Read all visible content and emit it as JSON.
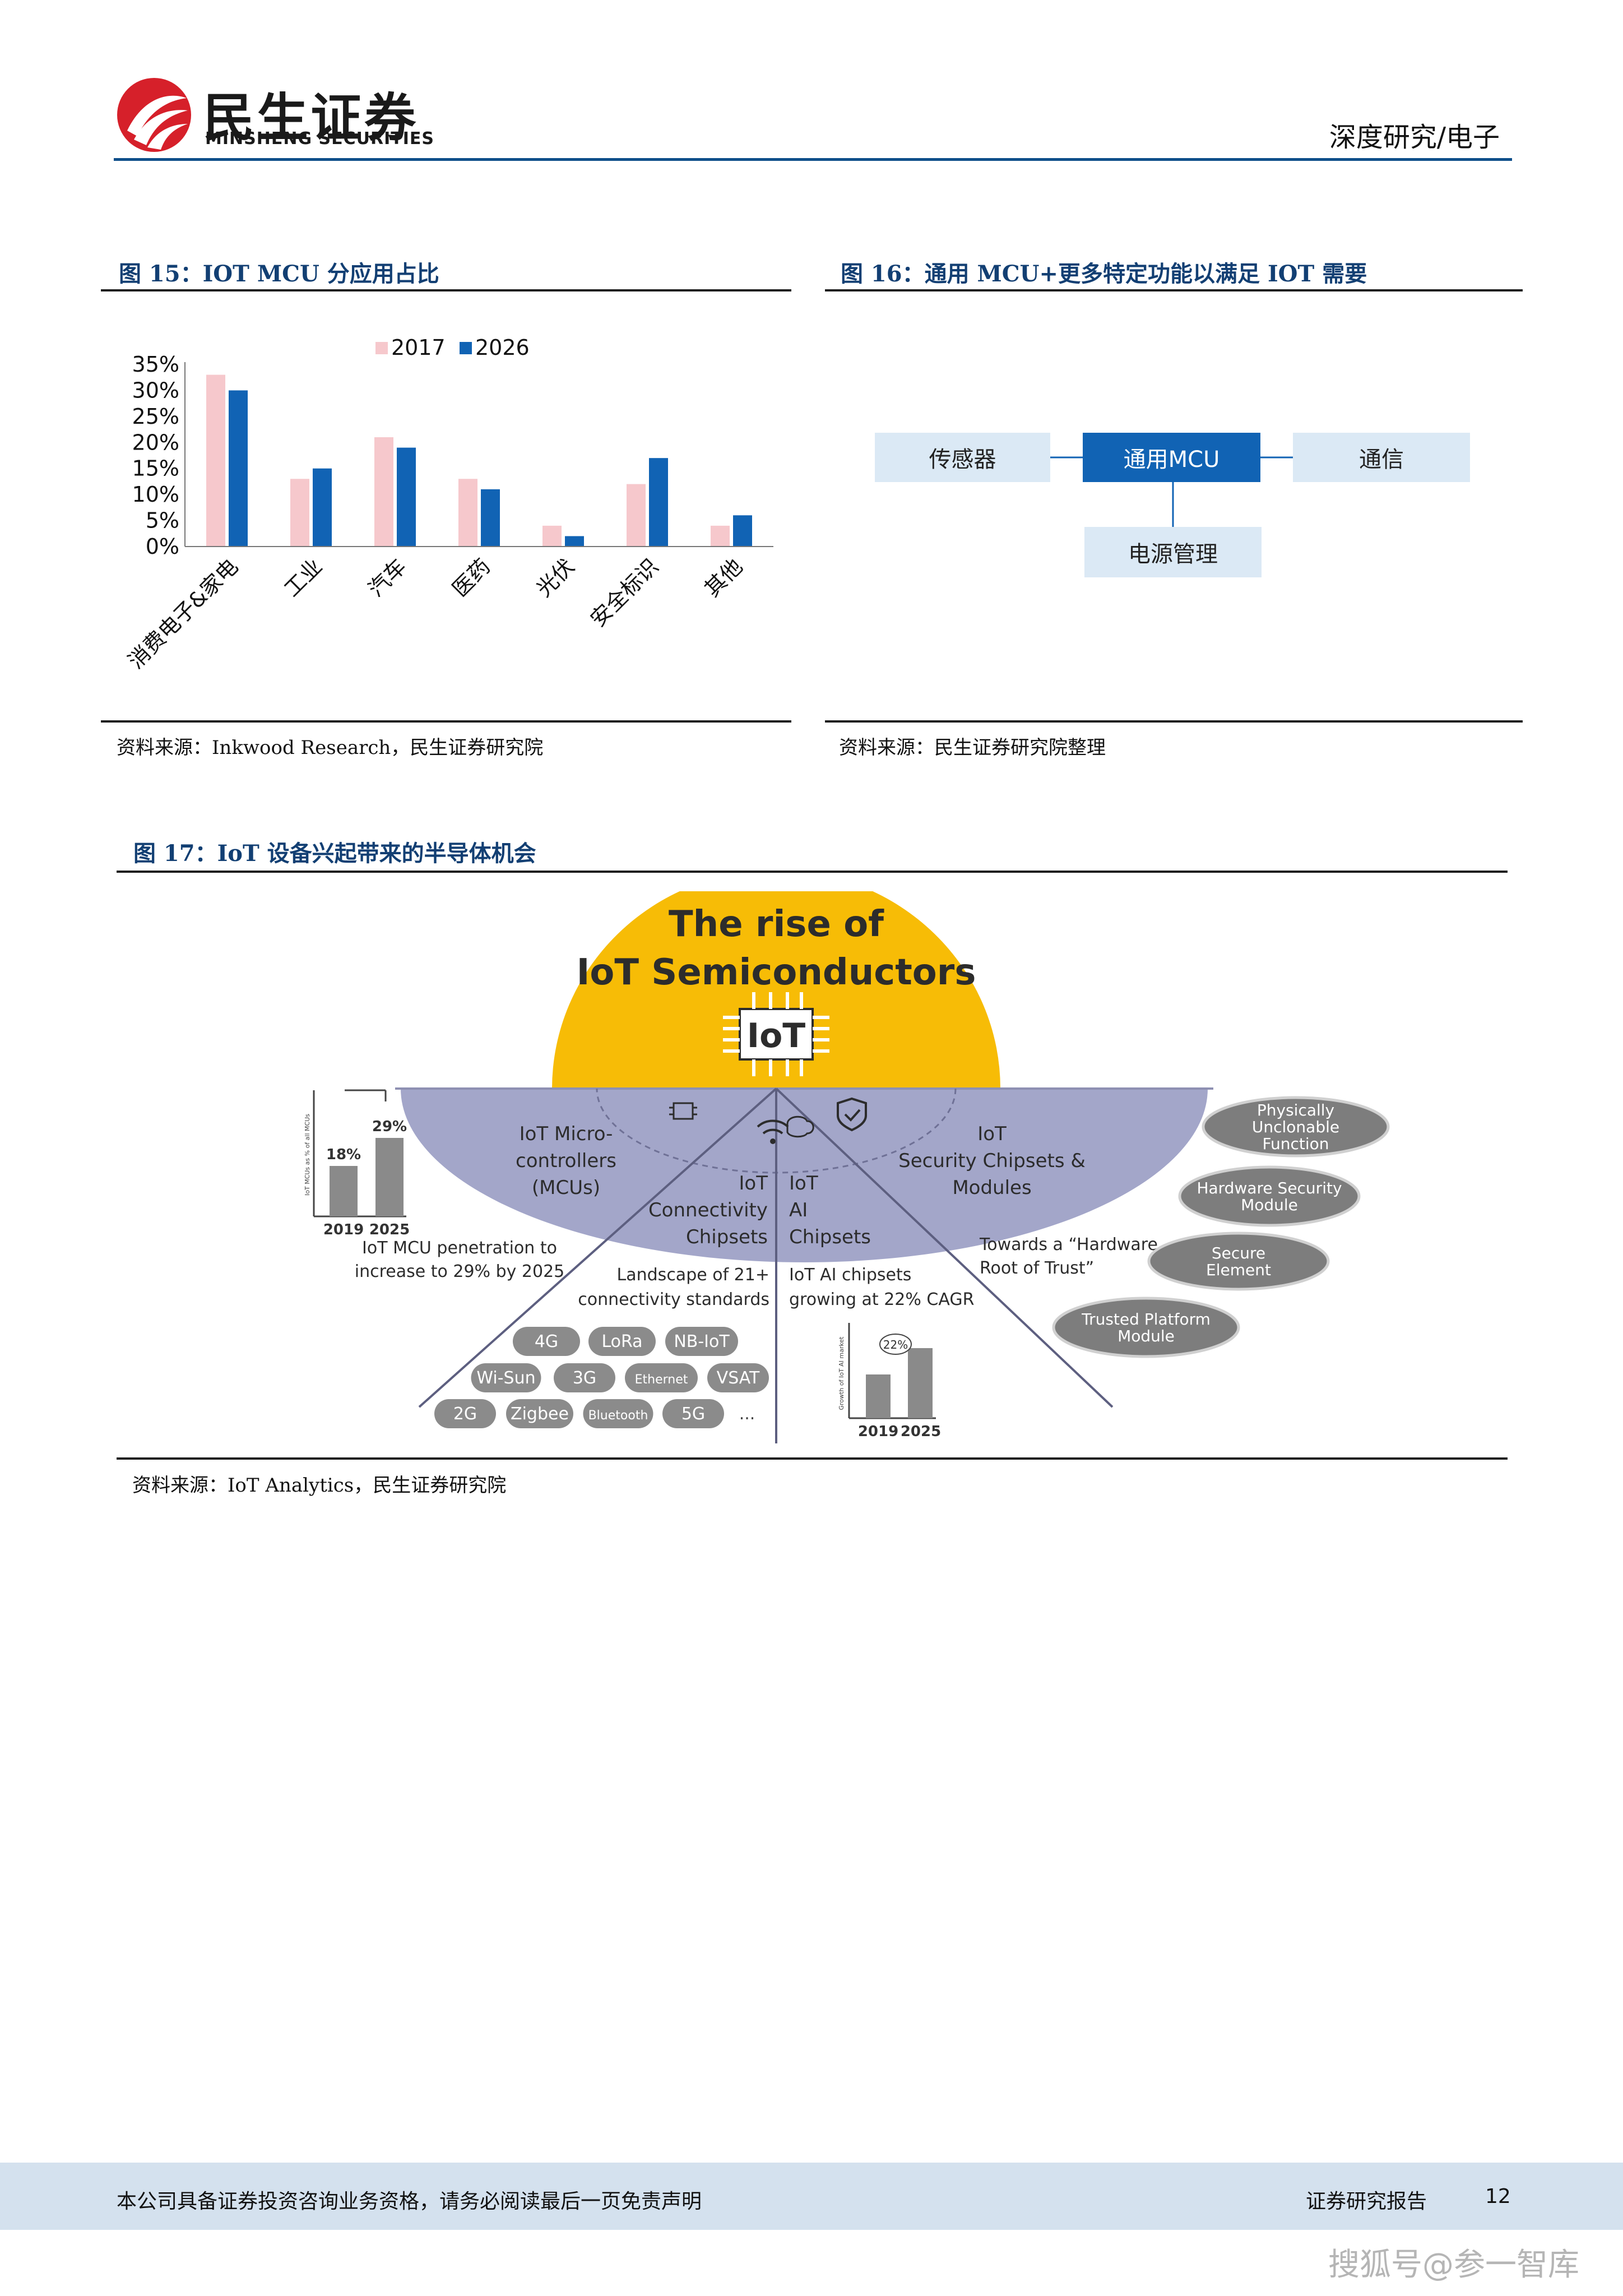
{
  "header": {
    "brand_cn": "民生证券",
    "brand_en": "MINSHENG SECURITIES",
    "category": "深度研究/电子"
  },
  "fig15": {
    "title": "图 15：IOT MCU 分应用占比",
    "source": "资料来源：Inkwood Research，民生证券研究院"
  },
  "chart_data": {
    "type": "bar",
    "categories": [
      "消费电子&家电",
      "工业",
      "汽车",
      "医药",
      "光伏",
      "安全标识",
      "其他"
    ],
    "series": [
      {
        "name": "2017",
        "values": [
          33,
          13,
          21,
          13,
          4,
          12,
          4
        ],
        "color": "#f6c8cc"
      },
      {
        "name": "2026",
        "values": [
          30,
          15,
          19,
          11,
          2,
          17,
          6
        ],
        "color": "#1163b4"
      }
    ],
    "yticks": [
      "0%",
      "5%",
      "10%",
      "15%",
      "20%",
      "25%",
      "30%",
      "35%"
    ],
    "ylim": [
      0,
      35
    ],
    "legend_position": "top"
  },
  "fig16": {
    "title": "图 16：通用 MCU+更多特定功能以满足 IOT 需要",
    "boxes": {
      "sensor": "传感器",
      "mcu": "通用MCU",
      "comm": "通信",
      "power": "电源管理"
    },
    "source": "资料来源：民生证券研究院整理"
  },
  "fig17": {
    "title": "图 17：IoT 设备兴起带来的半导体机会",
    "source": "资料来源：IoT Analytics，民生证券研究院",
    "sun_title_1": "The rise of",
    "sun_title_2": "IoT Semiconductors",
    "chip_label": "IoT",
    "mcu_1": "IoT Micro-",
    "mcu_2": "controllers",
    "mcu_3": "(MCUs)",
    "conn_1": "IoT",
    "conn_2": "Connectivity",
    "conn_3": "Chipsets",
    "ai_1": "IoT",
    "ai_2": "AI",
    "ai_3": "Chipsets",
    "sec_1": "IoT",
    "sec_2": "Security Chipsets &",
    "sec_3": "Modules",
    "mcu_bar_1": "18%",
    "mcu_bar_2": "29%",
    "mcu_axis": "IoT MCUs as % of all MCUs",
    "year_a": "2019",
    "year_b": "2025",
    "mcu_note_1": "IoT MCU penetration to",
    "mcu_note_2": "increase to 29% by 2025",
    "conn_note_1": "Landscape of 21+",
    "conn_note_2": "connectivity standards",
    "standards": [
      "4G",
      "LoRa",
      "NB-IoT",
      "Wi-Sun",
      "3G",
      "Ethernet",
      "VSAT",
      "2G",
      "Zigbee",
      "Bluetooth",
      "5G",
      "..."
    ],
    "ai_note_1": "IoT AI chipsets",
    "ai_note_2": "growing at 22% CAGR",
    "ai_bar_label": "22%",
    "ai_axis": "Growth of IoT AI market",
    "sec_note_1": "Towards a “Hardware",
    "sec_note_2": "Root of Trust”",
    "pills": [
      "Physically Unclonable Function",
      "Hardware Security Module",
      "Secure Element",
      "Trusted Platform Module"
    ]
  },
  "footer": {
    "disclaimer": "本公司具备证券投资咨询业务资格，请务必阅读最后一页免责声明",
    "report_type": "证券研究报告",
    "page": "12"
  },
  "watermark": "搜狐号@参一智库",
  "colors": {
    "brand_blue": "#0f4f8a",
    "brand_red": "#d6202a",
    "sun": "#f7bc06",
    "dome": "#a3a6c9"
  }
}
